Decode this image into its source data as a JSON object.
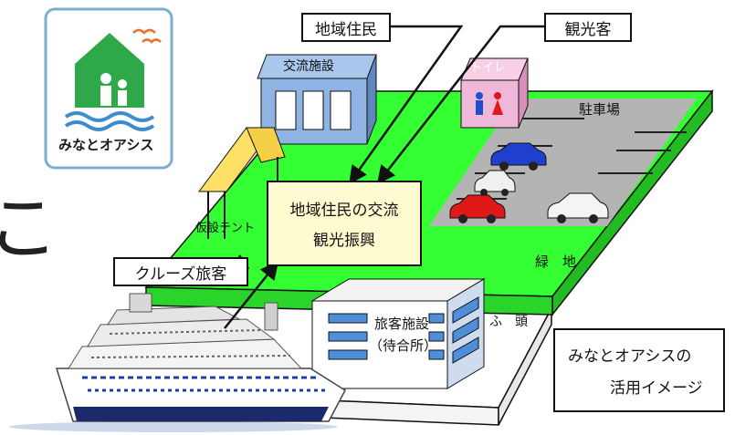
{
  "logo": {
    "text": "みなとオアシス"
  },
  "callouts": {
    "residents": "地域住民",
    "tourists": "観光客",
    "cruise": "クルーズ旅客"
  },
  "center_box": {
    "line1": "地域住民の交流",
    "line2": "観光振興"
  },
  "facilities": {
    "exchange": "交流施設",
    "toilet": "トイレ",
    "parking": "駐車場",
    "tent": "仮設テント",
    "green": "緑　地",
    "terminal_line1": "旅客施設",
    "terminal_line2": "（待合所）",
    "pier": "ふ　頭"
  },
  "caption": {
    "line1": "みなとオアシスの",
    "line2": "活用イメージ"
  },
  "partial_glyph": "こ",
  "colors": {
    "lawn": "#33ff33",
    "lawn_side": "#22bb22",
    "pier": "#ffffff",
    "parking": "#b4b4b4",
    "building": "#8fb4e3",
    "toilet": "#f0b8d8",
    "tent": "#ffe066",
    "box": "#fffbd0"
  }
}
